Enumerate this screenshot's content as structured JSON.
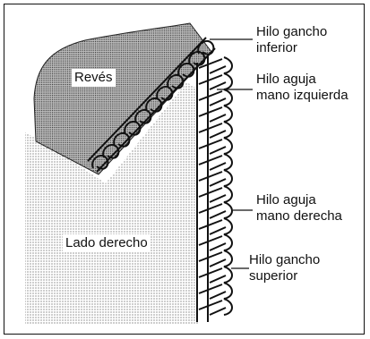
{
  "regions": {
    "back": "Revés",
    "front": "Lado derecho"
  },
  "callouts": [
    {
      "id": "lower-looper",
      "text": "Hilo gancho\ninferior"
    },
    {
      "id": "left-needle",
      "text": "Hilo aguja\nmano izquierda"
    },
    {
      "id": "right-needle",
      "text": "Hilo aguja\nmano derecha"
    },
    {
      "id": "upper-looper",
      "text": "Hilo gancho\nsuperior"
    }
  ]
}
